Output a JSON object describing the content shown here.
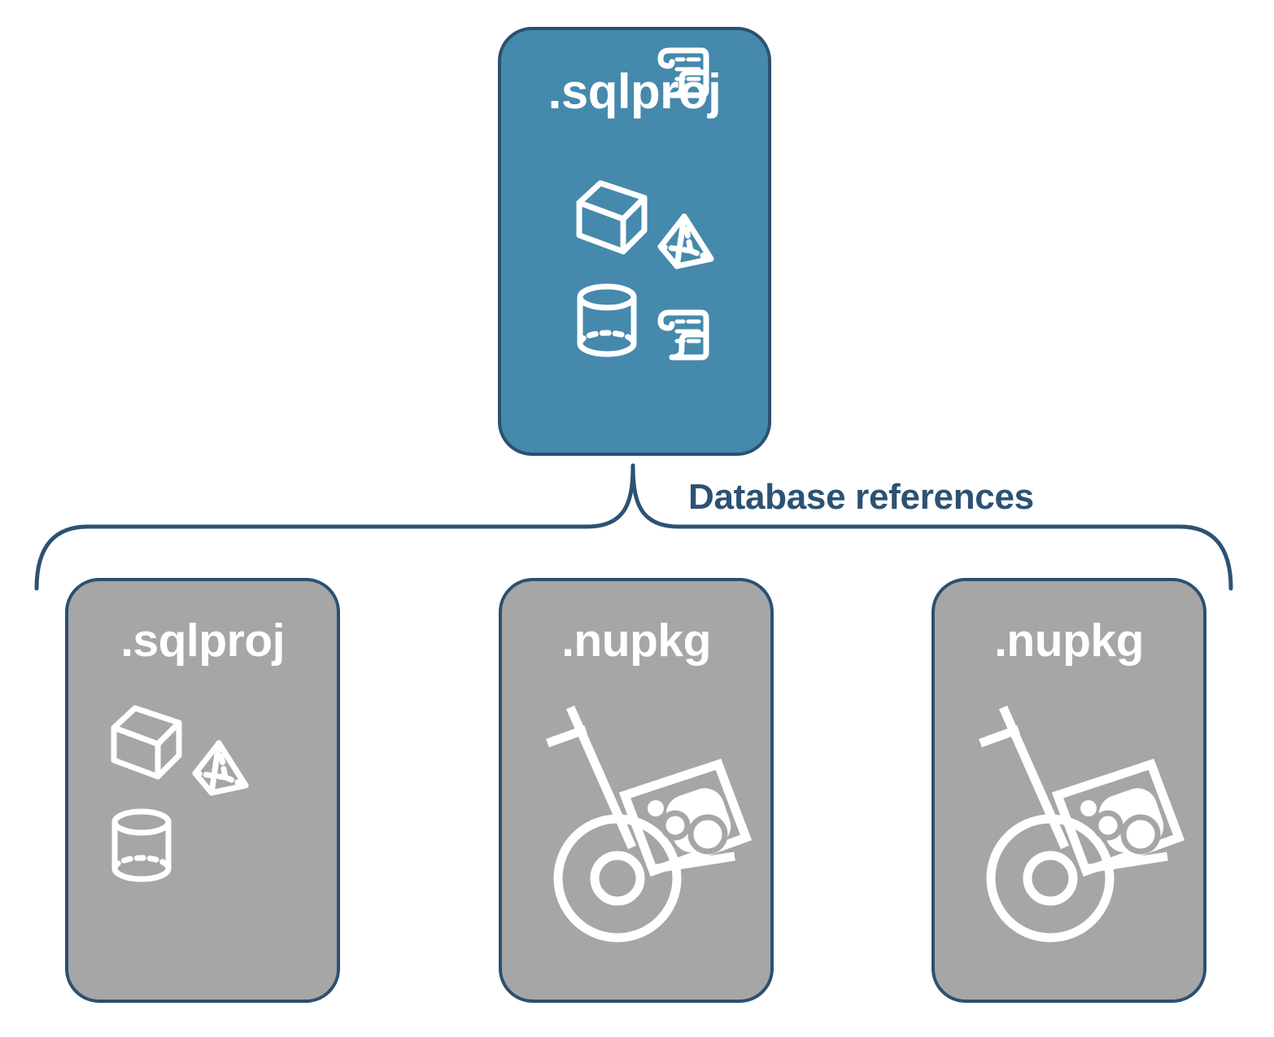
{
  "diagram": {
    "title": "Database references",
    "colors": {
      "accent_blue_fill": "#4589ac",
      "gray_fill": "#a6a6a6",
      "outline_navy": "#2c5070",
      "label_navy": "#2c5273",
      "icon_white": "#ffffff",
      "background": "#ffffff"
    },
    "root": {
      "label": ".sqlproj",
      "fill": "#4589ac",
      "icons": [
        "cube-icon",
        "pyramid-icon",
        "cylinder-icon",
        "scroll-icon",
        "scroll-icon"
      ]
    },
    "connector": {
      "label": "Database references",
      "type": "curly-brace",
      "branches": 3
    },
    "references": [
      {
        "label": ".sqlproj",
        "fill": "#a6a6a6",
        "icons": [
          "cube-icon",
          "pyramid-icon",
          "cylinder-icon"
        ]
      },
      {
        "label": ".nupkg",
        "fill": "#a6a6a6",
        "icons": [
          "nuget-hand-truck-icon"
        ]
      },
      {
        "label": ".nupkg",
        "fill": "#a6a6a6",
        "icons": [
          "nuget-hand-truck-icon"
        ]
      }
    ]
  }
}
